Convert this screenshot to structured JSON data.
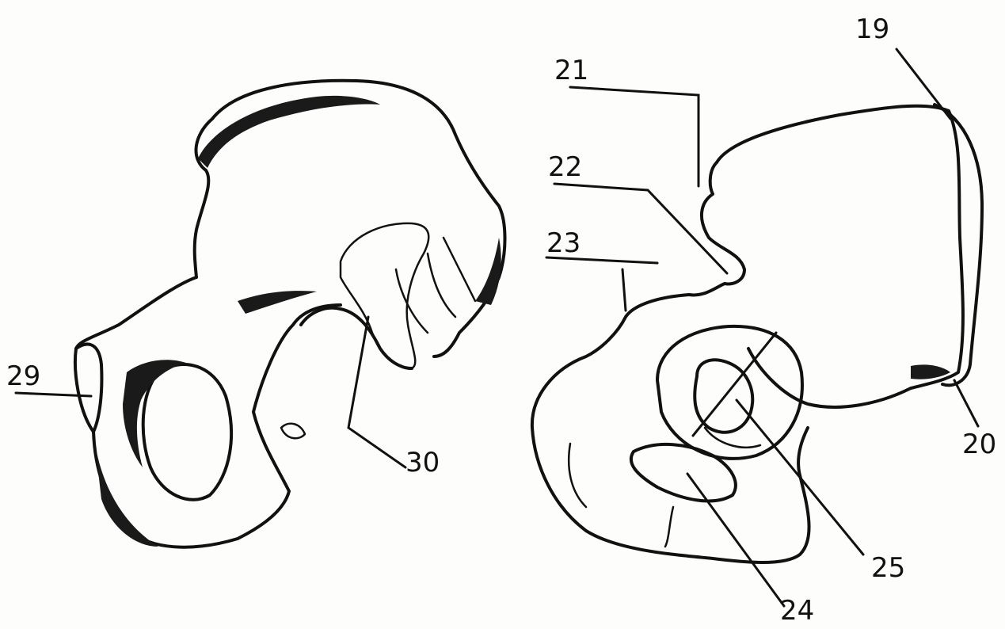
{
  "labels": {
    "l19": "19",
    "l20": "20",
    "l21": "21",
    "l22": "22",
    "l23": "23",
    "l24": "24",
    "l25": "25",
    "l29": "29",
    "l30": "30"
  }
}
